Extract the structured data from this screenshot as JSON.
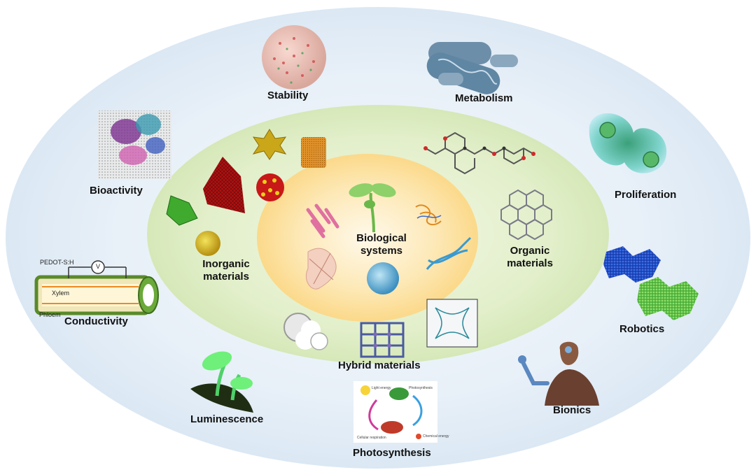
{
  "diagram": {
    "center": {
      "label_line1": "Biological",
      "label_line2": "systems"
    },
    "materials": {
      "inorganic_line1": "Inorganic",
      "inorganic_line2": "materials",
      "organic_line1": "Organic",
      "organic_line2": "materials",
      "hybrid": "Hybrid materials"
    },
    "functions": {
      "stability": "Stability",
      "metabolism": "Metabolism",
      "bioactivity": "Bioactivity",
      "proliferation": "Proliferation",
      "conductivity": "Conductivity",
      "robotics": "Robotics",
      "luminescence": "Luminescence",
      "bionics": "Bionics",
      "photosynthesis": "Photosynthesis"
    },
    "conductivity_parts": {
      "pedot": "PEDOT-S:H",
      "meter": "V",
      "xylem": "Xylem",
      "phloem": "Phloem"
    },
    "photosynthesis_parts": {
      "light": "Light energy",
      "chloroplast": "Photosynthesis",
      "respiration": "Cellular respiration",
      "chemical": "Chemical energy"
    },
    "colors": {
      "outer_ring": "#dbe8f4",
      "middle_ring": "#d6e8b8",
      "inner_core": "#fbd98a"
    }
  }
}
